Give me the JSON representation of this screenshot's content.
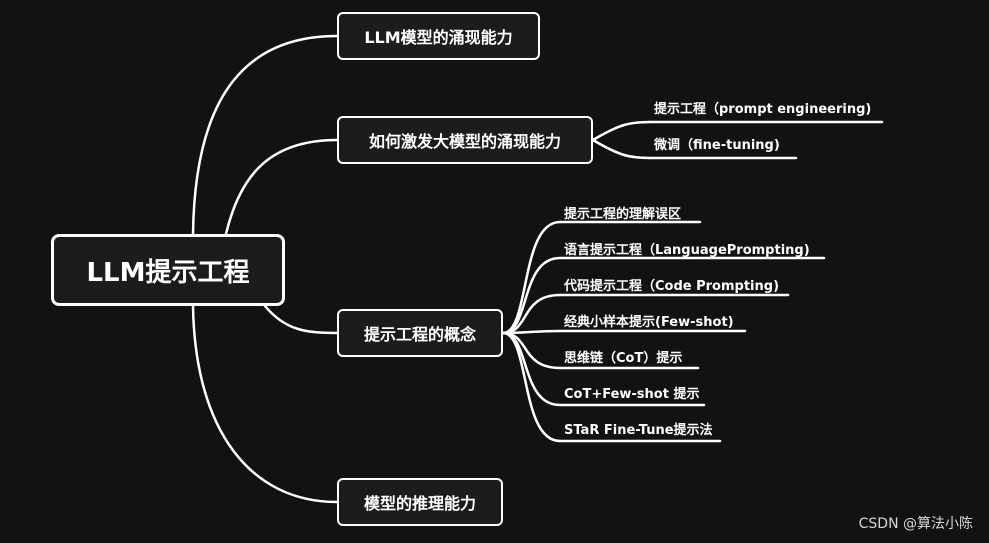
{
  "root": {
    "label": "LLM提示工程"
  },
  "branches": [
    {
      "label": "LLM模型的涌现能力"
    },
    {
      "label": "如何激发大模型的涌现能力",
      "children": [
        "提示工程（prompt engineering)",
        "微调（fine-tuning)"
      ]
    },
    {
      "label": "提示工程的概念",
      "children": [
        "提示工程的理解误区",
        "语言提示工程（LanguagePrompting)",
        "代码提示工程（Code Prompting)",
        "经典小样本提示(Few-shot)",
        "思维链（CoT）提示",
        "CoT+Few-shot 提示",
        "STaR Fine-Tune提示法"
      ]
    },
    {
      "label": "模型的推理能力"
    }
  ],
  "watermark": "CSDN @算法小陈",
  "colors": {
    "background": "#121212",
    "line": "#ffffff",
    "text": "#ffffff"
  }
}
